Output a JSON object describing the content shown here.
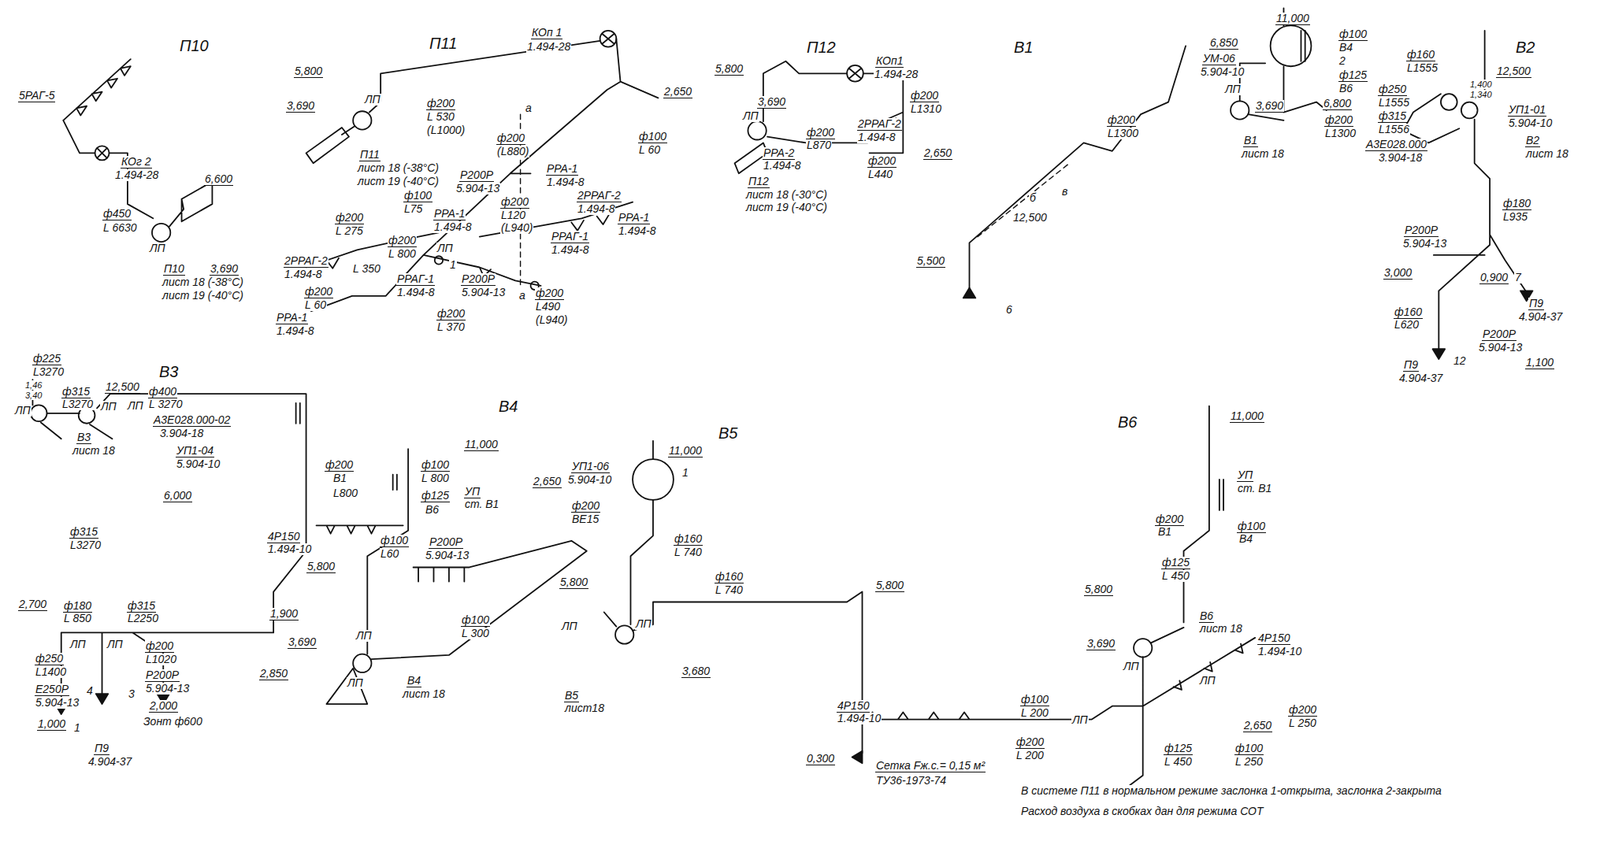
{
  "diagram": {
    "labels": [
      "П10",
      "5РАГ-5",
      "КОг 2",
      "1.494-28",
      "6,600",
      "ф450",
      "L 6630",
      "ЛП",
      "П10",
      "лист 18 (-38°С)",
      "лист 19 (-40°С)",
      "3,690",
      "П11",
      "КОп 1",
      "1.494-28",
      "5,800",
      "ф200",
      "L 530",
      "(L1000)",
      "2,650",
      "3,690",
      "ЛП",
      "П11",
      "лист 18 (-38°С)",
      "лист 19 (-40°С)",
      "ф200",
      "(L880)",
      "а",
      "ф100",
      "L 60",
      "Р200Р",
      "5.904-13",
      "РРА-1",
      "1.494-8",
      "2РРАГ-2",
      "1.494-8",
      "ф200",
      "L120",
      "(L940)",
      "РРА-1",
      "1.494-8",
      "РРАГ-1",
      "1.494-8",
      "ф100",
      "L75",
      "ф200",
      "L 275",
      "РРА-1",
      "1.494-8",
      "ф200",
      "L 800",
      "ЛП",
      "2РРАГ-2",
      "1.494-8",
      "ф200",
      "L 60",
      "РРА-1",
      "1.494-8",
      "L 350",
      "РРАГ-1",
      "1.494-8",
      "1",
      "Р200Р",
      "5.904-13",
      "ф200",
      "L 370",
      "а",
      "ф200",
      "L490",
      "(L940)",
      "П12",
      "5,800",
      "КОп1",
      "1.494-28",
      "ф200",
      "L1310",
      "3,690",
      "ЛП",
      "ф200",
      "L870",
      "2РРАГ-2",
      "1.494-8",
      "2,650",
      "РРА-2",
      "1.494-8",
      "ф200",
      "L440",
      "П12",
      "лист 18 (-30°С)",
      "лист 19 (-40°С)",
      "В1",
      "11,000",
      "6,850",
      "УМ-06",
      "5.904-10",
      "ф100",
      "В4",
      "2",
      "ф125",
      "В6",
      "6,800",
      "3,690",
      "ЛП",
      "ф200",
      "L1300",
      "В1",
      "лист 18",
      "ф200",
      "L1300",
      "б",
      "в",
      "12,500",
      "5,500",
      "6",
      "В2",
      "ф160",
      "L1555",
      "12,500",
      "1,400",
      "1,340",
      "ф250",
      "L1555",
      "ф315",
      "L1556",
      "УП1-01",
      "5.904-10",
      "А3Е028.000",
      "3.904-18",
      "В2",
      "лист 18",
      "ф180",
      "L935",
      "Р200Р",
      "5.904-13",
      "3,000",
      "0,900",
      "7",
      "П9",
      "4.904-37",
      "ф160",
      "L620",
      "Р200Р",
      "5.904-13",
      "12",
      "П9",
      "4.904-37",
      "1,100",
      "В3",
      "ф225",
      "L3270",
      "1,46",
      "3,40",
      "12,500",
      "ф315",
      "L3270",
      "ЛП",
      "ЛП",
      "ЛП",
      "ф400",
      "L 3270",
      "А3Е028.000-02",
      "3.904-18",
      "В3",
      "лист 18",
      "УП1-04",
      "5.904-10",
      "6,000",
      "ф315",
      "L3270",
      "2,700",
      "ф180",
      "L 850",
      "ф315",
      "L2250",
      "ЛП",
      "ЛП",
      "ф250",
      "L1400",
      "ф200",
      "L1020",
      "Р200Р",
      "5.904-13",
      "2,000",
      "Е250Р",
      "5.904-13",
      "4",
      "3",
      "1,000",
      "1",
      "Зонт ф600",
      "П9",
      "4.904-37",
      "В4",
      "11,000",
      "ф100",
      "L 800",
      "УП",
      "ст. В1",
      "ф200",
      "В1",
      "L800",
      "ф125",
      "В6",
      "2,650",
      "4Р150",
      "1.494-10",
      "ф100",
      "L60",
      "Р200Р",
      "5.904-13",
      "5,800",
      "1,900",
      "3,690",
      "ф100",
      "L 300",
      "ЛП",
      "2,850",
      "ЛП",
      "В4",
      "лист 18",
      "В5",
      "11,000",
      "УП1-06",
      "5.904-10",
      "1",
      "ф200",
      "ВЕ15",
      "ф160",
      "L 740",
      "5,800",
      "ф160",
      "L 740",
      "5,800",
      "ЛП",
      "ЛП",
      "3,680",
      "В5",
      "лист18",
      "0,300",
      "Сетка Fж.с.= 0,15 м²",
      "ТУ36-1973-74",
      "В6",
      "11,000",
      "УП",
      "ст. В1",
      "ф200",
      "В1",
      "ф100",
      "В4",
      "ф125",
      "L 450",
      "5,800",
      "3,690",
      "В6",
      "лист 18",
      "ЛП",
      "4Р150",
      "1.494-10",
      "ЛП",
      "4Р150",
      "1.494-10",
      "ф100",
      "L 200",
      "ЛП",
      "2,650",
      "ф200",
      "L 250",
      "ф200",
      "L 200",
      "ф125",
      "L 450",
      "ф100",
      "L 250",
      "В системе П11 в нормальном режиме заслонка 1-открыта, заслонка 2-закрыта",
      "Расход воздуха в скобках дан для режима СОТ"
    ]
  }
}
